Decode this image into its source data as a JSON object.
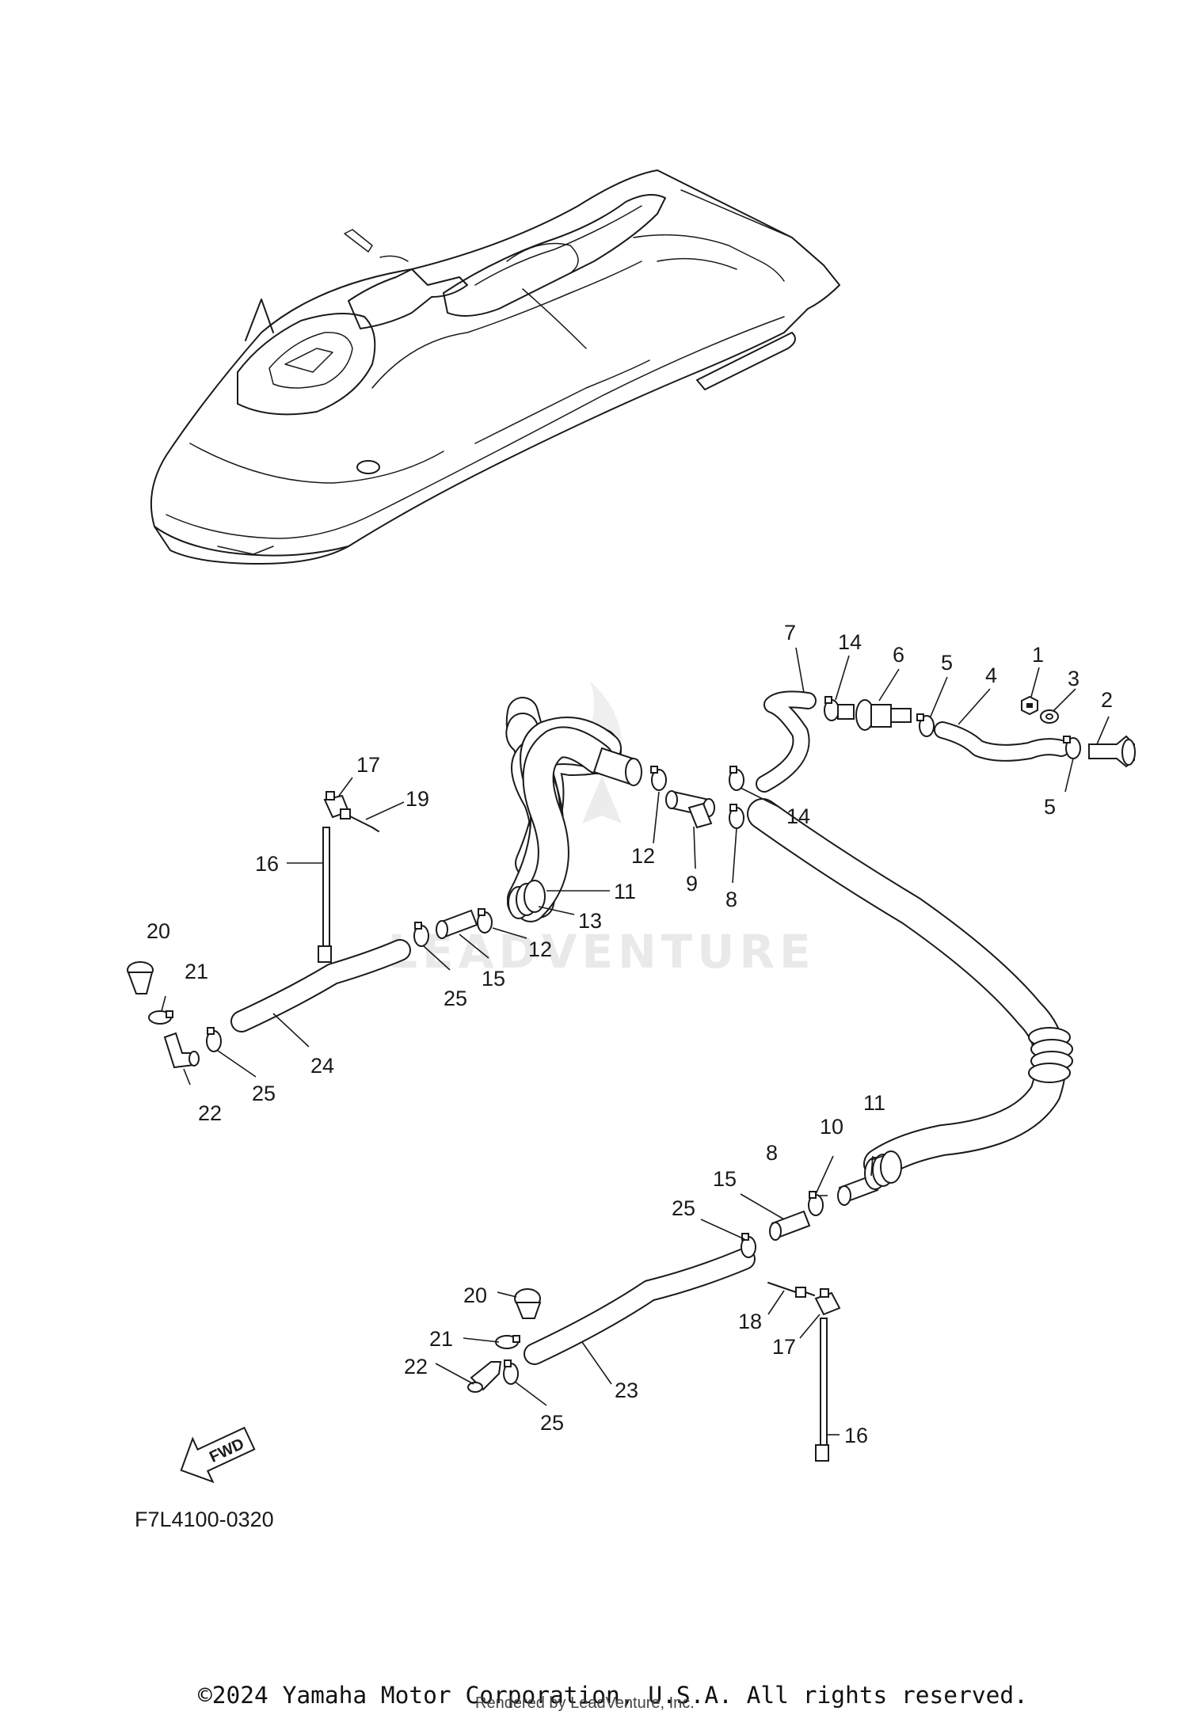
{
  "diagram": {
    "figure_code": "F7L4100-0320",
    "fwd_label": "FWD",
    "watermark": "LEADVENTURE"
  },
  "callouts": [
    {
      "id": "c1",
      "text": "1"
    },
    {
      "id": "c2",
      "text": "2"
    },
    {
      "id": "c3",
      "text": "3"
    },
    {
      "id": "c4",
      "text": "4"
    },
    {
      "id": "c5a",
      "text": "5"
    },
    {
      "id": "c5b",
      "text": "5"
    },
    {
      "id": "c6",
      "text": "6"
    },
    {
      "id": "c7",
      "text": "7"
    },
    {
      "id": "c8a",
      "text": "8"
    },
    {
      "id": "c8b",
      "text": "8"
    },
    {
      "id": "c9",
      "text": "9"
    },
    {
      "id": "c10",
      "text": "10"
    },
    {
      "id": "c11a",
      "text": "11"
    },
    {
      "id": "c11b",
      "text": "11"
    },
    {
      "id": "c12a",
      "text": "12"
    },
    {
      "id": "c12b",
      "text": "12"
    },
    {
      "id": "c13",
      "text": "13"
    },
    {
      "id": "c14a",
      "text": "14"
    },
    {
      "id": "c14b",
      "text": "14"
    },
    {
      "id": "c15a",
      "text": "15"
    },
    {
      "id": "c15b",
      "text": "15"
    },
    {
      "id": "c16a",
      "text": "16"
    },
    {
      "id": "c16b",
      "text": "16"
    },
    {
      "id": "c17a",
      "text": "17"
    },
    {
      "id": "c17b",
      "text": "17"
    },
    {
      "id": "c18",
      "text": "18"
    },
    {
      "id": "c19",
      "text": "19"
    },
    {
      "id": "c20a",
      "text": "20"
    },
    {
      "id": "c20b",
      "text": "20"
    },
    {
      "id": "c21a",
      "text": "21"
    },
    {
      "id": "c21b",
      "text": "21"
    },
    {
      "id": "c22a",
      "text": "22"
    },
    {
      "id": "c22b",
      "text": "22"
    },
    {
      "id": "c23",
      "text": "23"
    },
    {
      "id": "c24",
      "text": "24"
    },
    {
      "id": "c25a",
      "text": "25"
    },
    {
      "id": "c25b",
      "text": "25"
    },
    {
      "id": "c25c",
      "text": "25"
    },
    {
      "id": "c25d",
      "text": "25"
    }
  ],
  "footer": {
    "copyright": "©2024 Yamaha Motor Corporation, U.S.A. All rights reserved.",
    "rendered_by": "Rendered by LeadVenture, Inc."
  }
}
